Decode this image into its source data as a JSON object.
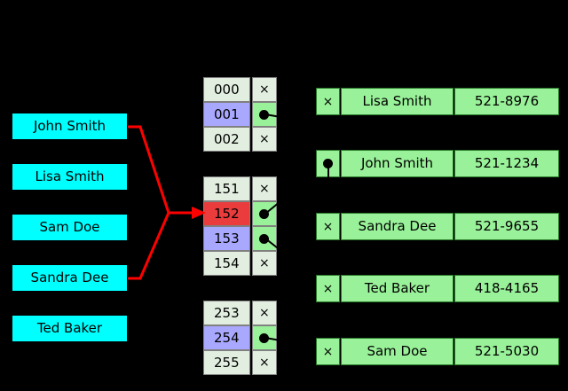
{
  "diagram": {
    "title": "hash-table-separate-chaining",
    "colors": {
      "background": "#000000",
      "key_box": "#00ffff",
      "bucket_default": "#e2efe0",
      "bucket_selected_blue": "#a9a8ff",
      "bucket_selected_red": "#ea3c3c",
      "bucket_pointer_filled": "#99f299",
      "value_row": "#99f299",
      "arrow": "#ff0000",
      "text": "#000000"
    }
  },
  "keys": [
    {
      "label": "John Smith"
    },
    {
      "label": "Lisa Smith"
    },
    {
      "label": "Sam Doe"
    },
    {
      "label": "Sandra Dee"
    },
    {
      "label": "Ted Baker"
    }
  ],
  "buckets": {
    "groups": [
      {
        "rows": [
          {
            "index": "000",
            "state": "default",
            "pointer": "empty",
            "pointer_glyph": "×"
          },
          {
            "index": "001",
            "state": "selected-blue",
            "pointer": "filled",
            "pointer_glyph": "●"
          },
          {
            "index": "002",
            "state": "default",
            "pointer": "empty",
            "pointer_glyph": "×"
          }
        ]
      },
      {
        "rows": [
          {
            "index": "151",
            "state": "default",
            "pointer": "empty",
            "pointer_glyph": "×"
          },
          {
            "index": "152",
            "state": "selected-red",
            "pointer": "filled",
            "pointer_glyph": "●"
          },
          {
            "index": "153",
            "state": "selected-blue",
            "pointer": "filled",
            "pointer_glyph": "●"
          },
          {
            "index": "154",
            "state": "default",
            "pointer": "empty",
            "pointer_glyph": "×"
          }
        ]
      },
      {
        "rows": [
          {
            "index": "253",
            "state": "default",
            "pointer": "empty",
            "pointer_glyph": "×"
          },
          {
            "index": "254",
            "state": "selected-blue",
            "pointer": "filled",
            "pointer_glyph": "●"
          },
          {
            "index": "255",
            "state": "default",
            "pointer": "empty",
            "pointer_glyph": "×"
          }
        ]
      }
    ]
  },
  "entries": [
    {
      "flag": "×",
      "flag_kind": "end-of-chain",
      "name": "Lisa Smith",
      "phone": "521-8976"
    },
    {
      "flag": "●",
      "flag_kind": "chain-pointer",
      "name": "John Smith",
      "phone": "521-1234"
    },
    {
      "flag": "×",
      "flag_kind": "end-of-chain",
      "name": "Sandra Dee",
      "phone": "521-9655"
    },
    {
      "flag": "×",
      "flag_kind": "end-of-chain",
      "name": "Ted Baker",
      "phone": "418-4165"
    },
    {
      "flag": "×",
      "flag_kind": "end-of-chain",
      "name": "Sam Doe",
      "phone": "521-5030"
    }
  ]
}
